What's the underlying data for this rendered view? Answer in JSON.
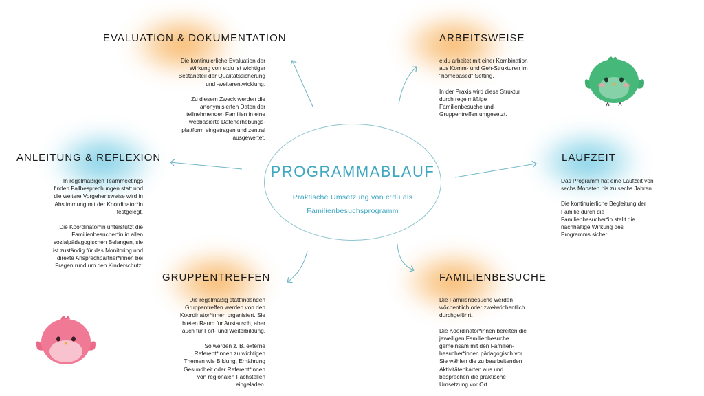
{
  "center": {
    "title": "PROGRAMMABLAUF",
    "subtitle_line1": "Praktische Umsetzung von e:du als",
    "subtitle_line2": "Familienbesuchsprogramm"
  },
  "sections": {
    "evaluation": {
      "title": "EVALUATION & DOKUMENTATION",
      "p1": "Die kontinuierliche Evaluation der\nWirkung von e:du ist wichtiger\nBestandteil der Qualitätssicherung\nund -weiterentwicklung.",
      "p2": "Zu diesem Zweck werden die\nanonymisierten Daten der\nteilnehmenden Familien in eine\nwebbasierte Datenerhebungs-\nplattform eingetragen und zentral\nausgewertet."
    },
    "arbeitsweise": {
      "title": "ARBEITSWEISE",
      "p1": "e:du arbeitet mit einer Kombination\naus Komm- und Geh-Strukturen im\n\"homebased\" Setting.",
      "p2": "In der Praxis wird diese Struktur\ndurch regelmäßige\nFamilienbesuche und\nGruppentreffen umgesetzt."
    },
    "anleitung": {
      "title": "ANLEITUNG & REFLEXION",
      "p1": "In regelmäßigen Teammeetings\nfinden Fallbesprechungen statt und\ndie weitere Vorgehensweise wird in\nAbstimmung mit der Koordinator*in\nfestgelegt.",
      "p2": "Die Koordinator*in unterstützt die\nFamilienbesucher*in in allen\nsozialpädagogischen Belangen, sie\nist zuständig für das Monitoring und\ndirekte Ansprechpartner*innen bei\nFragen rund um den Kinderschutz."
    },
    "laufzeit": {
      "title": "LAUFZEIT",
      "p1": "Das Programm hat eine Laufzeit von\nsechs Monaten bis zu sechs Jahren.",
      "p2": "Die kontinuierliche Begleitung der\nFamilie durch die\nFamilienbesucher*in stellt die\nnachhaltige Wirkung des\nProgramms sicher."
    },
    "gruppentreffen": {
      "title": "GRUPPENTREFFEN",
      "p1": "Die regelmäßig stattfindenden\nGruppentreffen werden von den\nKoordinator*innen organisiert. Sie\nbieten Raum fur Austausch, aber\nauch für Fort- und Weiterbildung.",
      "p2": "So werden z. B. externe\nReferent*innen zu wichtigen\nThemen wie Bildung, Ernährung\nGesundheit oder Referent*innen\nvon regionalen Fachstellen\neingeladen."
    },
    "familienbesuche": {
      "title": "FAMILIENBESUCHE",
      "p1": "Die Familienbesuche werden\nwöchentlich oder zweiwöchentlich\ndurchgeführt.",
      "p2": "Die Koordinator*innen bereiten die\njeweiligen Familienbesuche\ngemeinsam mit den Familien-\nbesucher*innen pädagogisch vor.\nSie wählen die zu bearbeitenden\nAktivitätenkarten aus und\nbesprechen die praktische\nUmsetzung vor Ort."
    }
  },
  "colors": {
    "accent_blue": "#3ea7c1",
    "glow_orange": "#f6a440",
    "glow_blue": "#5ec3df",
    "bird_green": "#46b97a",
    "bird_pink": "#f07a95"
  },
  "icons": [
    "green-bird-icon",
    "pink-bird-icon"
  ]
}
